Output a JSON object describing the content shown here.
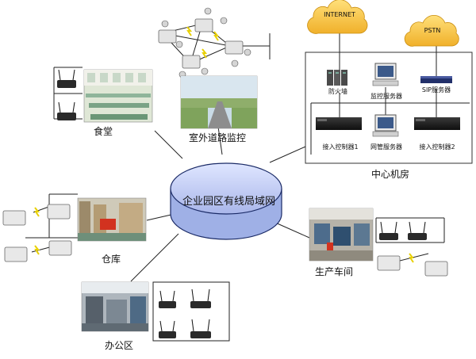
{
  "center": {
    "label": "企业园区有线局域网"
  },
  "sites": {
    "canteen": "食堂",
    "road": "室外道路监控",
    "warehouse": "仓库",
    "office": "办公区",
    "workshop": "生产车间",
    "datacenter": "中心机房"
  },
  "clouds": {
    "internet": "INTERNET",
    "pstn": "PSTN"
  },
  "datacenter": {
    "firewall": "防火墙",
    "monitor_server": "监控服务器",
    "sip_server": "SIP服务器",
    "controller1": "接入控制器1",
    "nms_server": "网管服务器",
    "controller2": "接入控制器2"
  },
  "colors": {
    "disk_fill": "#b9c6f0",
    "disk_stroke": "#1a2a66",
    "cloud": "#f7c444",
    "line": "#222222"
  }
}
